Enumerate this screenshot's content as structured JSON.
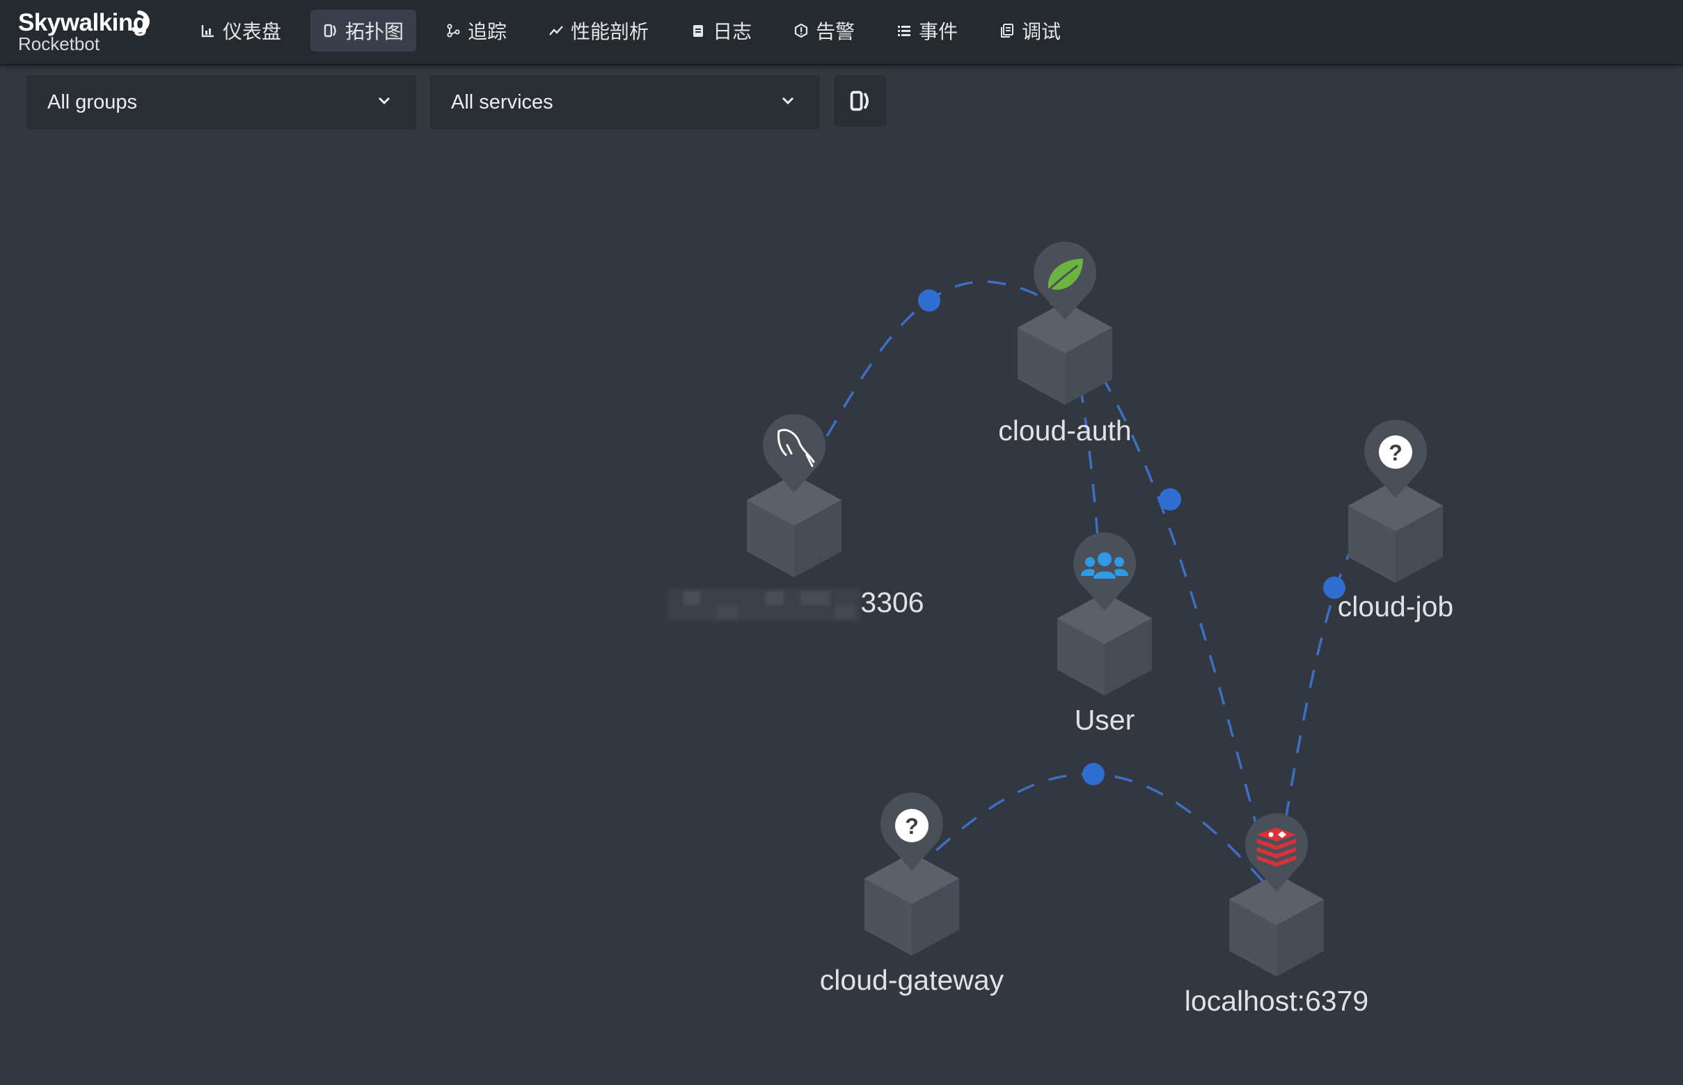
{
  "app": {
    "logo_main": "Skywalking",
    "logo_sub": "Rocketbot"
  },
  "nav": {
    "items": [
      {
        "label": "仪表盘",
        "icon": "chart-icon"
      },
      {
        "label": "拓扑图",
        "icon": "topology-icon",
        "active": true
      },
      {
        "label": "追踪",
        "icon": "trace-icon"
      },
      {
        "label": "性能剖析",
        "icon": "trend-icon"
      },
      {
        "label": "日志",
        "icon": "log-icon"
      },
      {
        "label": "告警",
        "icon": "alarm-icon"
      },
      {
        "label": "事件",
        "icon": "event-list-icon"
      },
      {
        "label": "调试",
        "icon": "debug-icon"
      }
    ]
  },
  "filters": {
    "group": "All groups",
    "service": "All services"
  },
  "graph": {
    "nodes": [
      {
        "id": "mysql",
        "label": "3306",
        "icon": "mysql-dolphin-icon"
      },
      {
        "id": "cloud-auth",
        "label": "cloud-auth",
        "icon": "spring-leaf-icon"
      },
      {
        "id": "user",
        "label": "User",
        "icon": "users-icon"
      },
      {
        "id": "cloud-job",
        "label": "cloud-job",
        "icon": "question-icon"
      },
      {
        "id": "cloud-gateway",
        "label": "cloud-gateway",
        "icon": "question-icon"
      },
      {
        "id": "redis",
        "label": "localhost:6379",
        "icon": "redis-icon"
      }
    ],
    "colors": {
      "link": "#3d6fc4",
      "link_dot": "#2f6ed0",
      "cube": "#50545d",
      "pin": "#4a4f58",
      "spring": "#6db33f",
      "users": "#2f9ae8",
      "redis": "#d8333a"
    }
  }
}
